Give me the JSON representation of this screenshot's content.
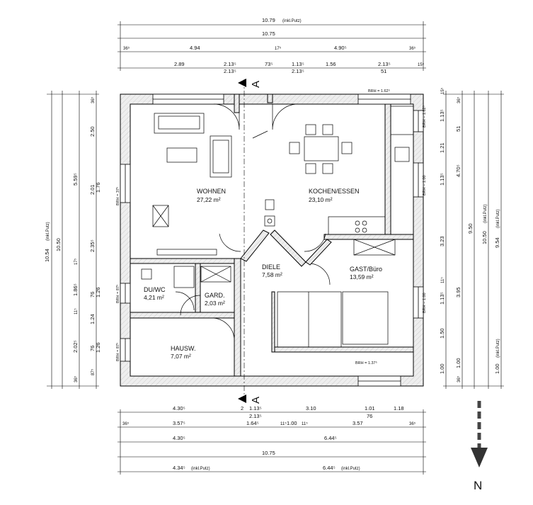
{
  "rooms": {
    "wohnen": {
      "name": "WOHNEN",
      "area": "27,22 m²"
    },
    "kochen": {
      "name": "KOCHEN/ESSEN",
      "area": "23,10 m²"
    },
    "diele": {
      "name": "DIELE",
      "area": "7,58 m²"
    },
    "gast": {
      "name": "GAST/Büro",
      "area": "13,59 m²"
    },
    "duwc": {
      "name": "DU/WC",
      "area": "4,21 m²"
    },
    "gard": {
      "name": "GARD.",
      "area": "2,03 m²"
    },
    "hausw": {
      "name": "HAUSW.",
      "area": "7,07 m²"
    }
  },
  "section": "A",
  "north": "N",
  "brh": {
    "top": "BRH = 1.62⁵",
    "right_upper": "BRH = 1.62⁵",
    "right_mid": "BRH = 1.00",
    "right_lower": "BRH = 1.00",
    "bottom": "BRH = 1.37⁵",
    "left_wohnen": "BRH = 37⁵",
    "left_duwc": "BRH = 87⁵",
    "left_hausw": "BRH = 87⁵"
  },
  "dims_top": {
    "overall_outer": "10.79",
    "outer_note": "(inkl.Putz)",
    "overall": "10.75",
    "row2": [
      "36⁵",
      "4.94",
      "17⁵",
      "4.90⁵",
      "36⁵"
    ],
    "row3": [
      "2.89",
      "2.13⁵",
      "73⁵",
      "1.13⁵",
      "1.56",
      "2.13⁵",
      "15⁵"
    ],
    "row3_sub": [
      "2.13⁵",
      "2.13⁵",
      "51"
    ]
  },
  "dims_bottom": {
    "row1": [
      "4.30⁵",
      "2",
      "1.13⁵",
      "3.10",
      "1.01",
      "1.18"
    ],
    "row1_sub": [
      "2.13⁵",
      "76"
    ],
    "row2": [
      "36⁵",
      "3.57⁵",
      "1.64⁵",
      "11⁵",
      "1.00",
      "11⁵",
      "3.57",
      "36⁵"
    ],
    "row3": [
      "4.30⁵",
      "6.44⁵"
    ],
    "overall": "10.75",
    "row5": [
      "4.34⁵",
      "6.44⁵"
    ],
    "row5_note": "(inkl.Putz)"
  },
  "dims_left": {
    "outer": "10.54",
    "outer_note": "(inkl.Putz)",
    "overall": "10.50",
    "col3": [
      "5.59⁵",
      "17⁵",
      "1.86⁵",
      "11⁵",
      "2.02⁵",
      "36⁵"
    ],
    "col4": [
      "36⁵",
      "2.50",
      "2.01",
      "1.76",
      "2.35⁵",
      "76",
      "1.26",
      "1.24",
      "76",
      "1.26",
      "87⁵"
    ]
  },
  "dims_right": {
    "col1": [
      "1.13⁵",
      "1.21",
      "1.13⁵",
      "3.23",
      "1.13⁵",
      "1.50",
      "1.00"
    ],
    "col1_small": [
      "15⁵",
      "11⁵",
      "36⁵"
    ],
    "col2": [
      "36⁵",
      "51",
      "4.70⁵",
      "3.95",
      "1.00"
    ],
    "overall": "9.50",
    "col4": "10.50",
    "col4_note": "(inkl.Putz)",
    "outer": "9.54",
    "outer_note": "(inkl.Putz)"
  },
  "colors": {
    "wall_fill": "#ececec",
    "line": "#000000",
    "bg": "#ffffff"
  }
}
